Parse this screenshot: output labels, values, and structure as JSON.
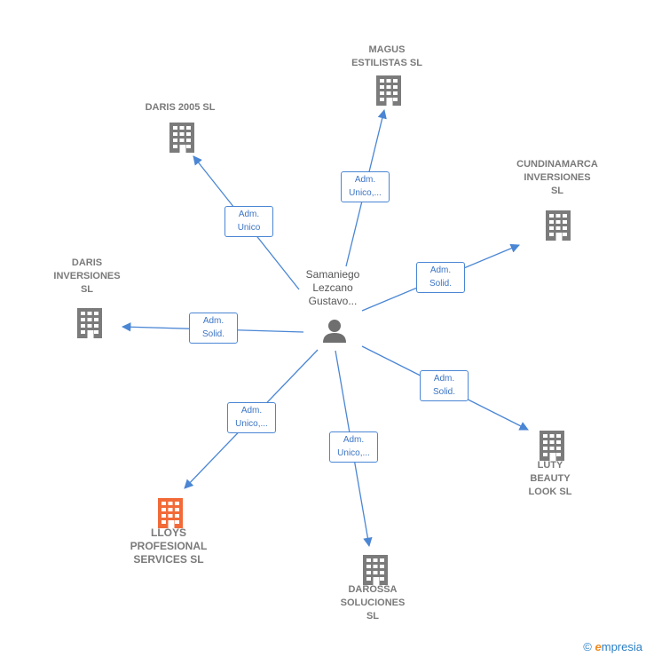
{
  "center": {
    "name": "Samaniego\nLezcano\nGustavo...",
    "icon": "person-icon"
  },
  "companies": [
    {
      "id": "magus",
      "name": "MAGUS\nESTILISTAS  SL",
      "role": "Adm.\nUnico,...",
      "highlight": false
    },
    {
      "id": "daris2005",
      "name": "DARIS 2005 SL",
      "role": "Adm.\nUnico",
      "highlight": false
    },
    {
      "id": "cundinamarca",
      "name": "CUNDINAMARCA\nINVERSIONES\nSL",
      "role": "Adm.\nSolid.",
      "highlight": false
    },
    {
      "id": "darisinv",
      "name": "DARIS\nINVERSIONES\nSL",
      "role": "Adm.\nSolid.",
      "highlight": false
    },
    {
      "id": "luty",
      "name": "LUTY\nBEAUTY\nLOOK  SL",
      "role": "Adm.\nSolid.",
      "highlight": false
    },
    {
      "id": "lloys",
      "name": "LLOYS\nPROFESIONAL\nSERVICES  SL",
      "role": "Adm.\nUnico,...",
      "highlight": true
    },
    {
      "id": "darossa",
      "name": "DAROSSA\nSOLUCIONES\nSL",
      "role": "Adm.\nUnico,...",
      "highlight": false
    }
  ],
  "colors": {
    "edge": "#4a86d4",
    "building": "#7b7b7b",
    "building_highlight": "#f26a38",
    "person": "#6f6f6f"
  },
  "footer": {
    "copyright_symbol": "©",
    "brand_initial": "e",
    "brand_rest": "mpresia"
  }
}
